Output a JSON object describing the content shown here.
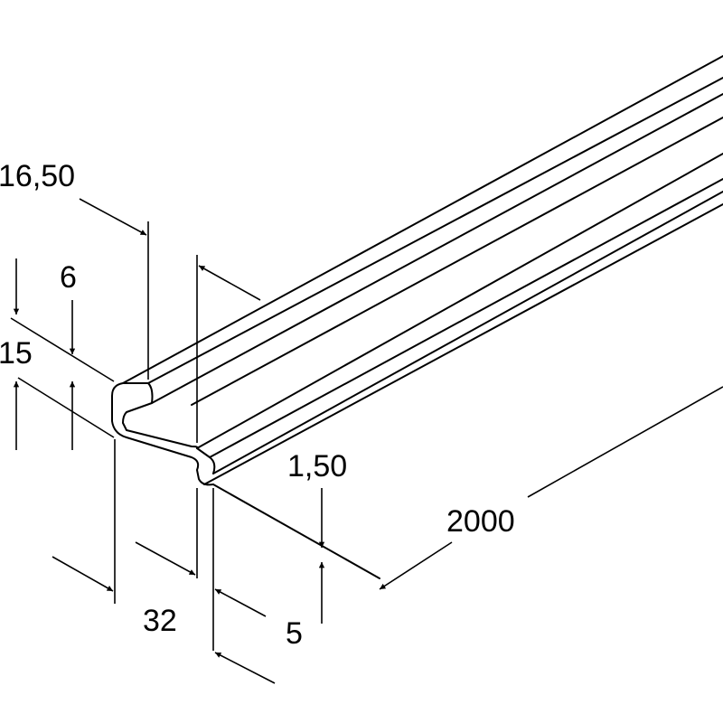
{
  "drawing": {
    "subject": "C-profile mounting rail",
    "stroke_color": "#000000",
    "background_color": "#ffffff"
  },
  "dimensions": {
    "width_top_opening": "16,50",
    "flange_depth": "6",
    "profile_height": "15",
    "wall_thickness": "1,50",
    "rail_length": "2000",
    "profile_width": "32",
    "lip_width": "5"
  }
}
